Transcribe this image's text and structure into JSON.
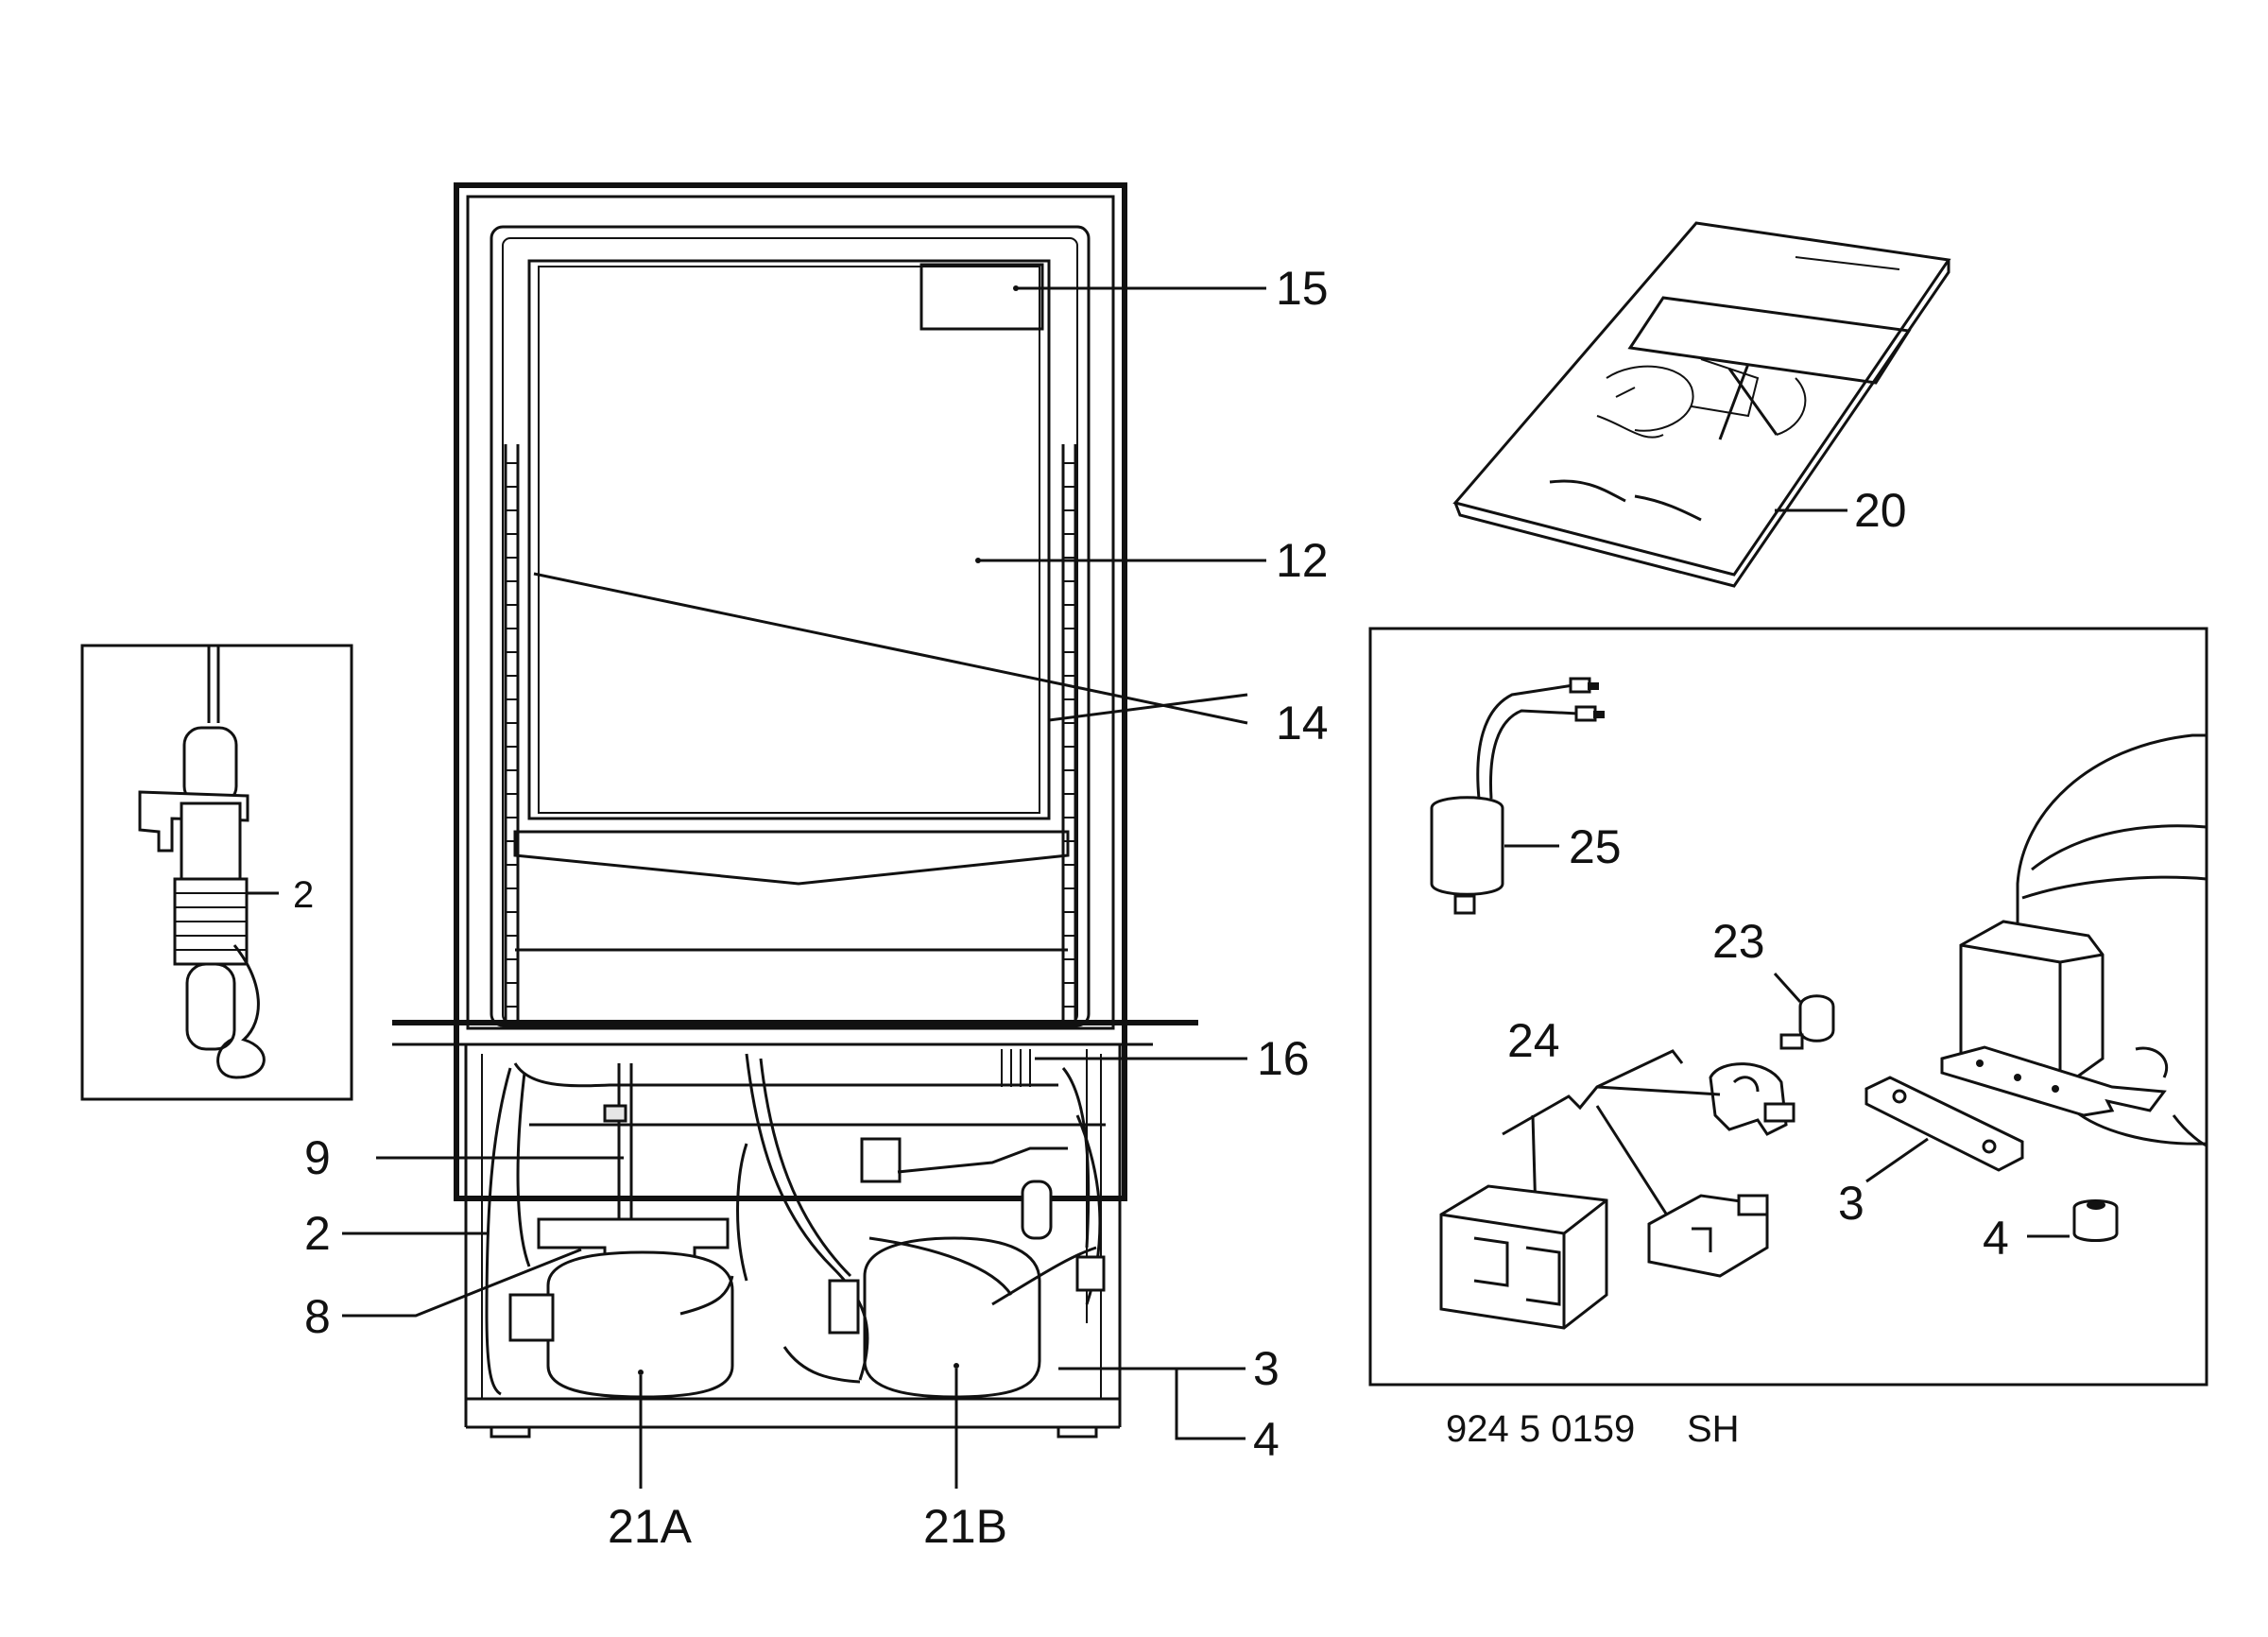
{
  "callouts": {
    "c15": "15",
    "c12": "12",
    "c14": "14",
    "c16": "16",
    "c9": "9",
    "c2": "2",
    "c8": "8",
    "c3": "3",
    "c4": "4",
    "c21a": "21A",
    "c21b": "21B",
    "c20": "20",
    "c25": "25",
    "c23": "23",
    "c24": "24",
    "inset_c3": "3",
    "inset_c4": "4",
    "detail_c2": "2"
  },
  "reference_code": "924 5 0159",
  "reference_suffix": "SH",
  "colors": {
    "ink": "#111111",
    "paper": "#ffffff"
  }
}
